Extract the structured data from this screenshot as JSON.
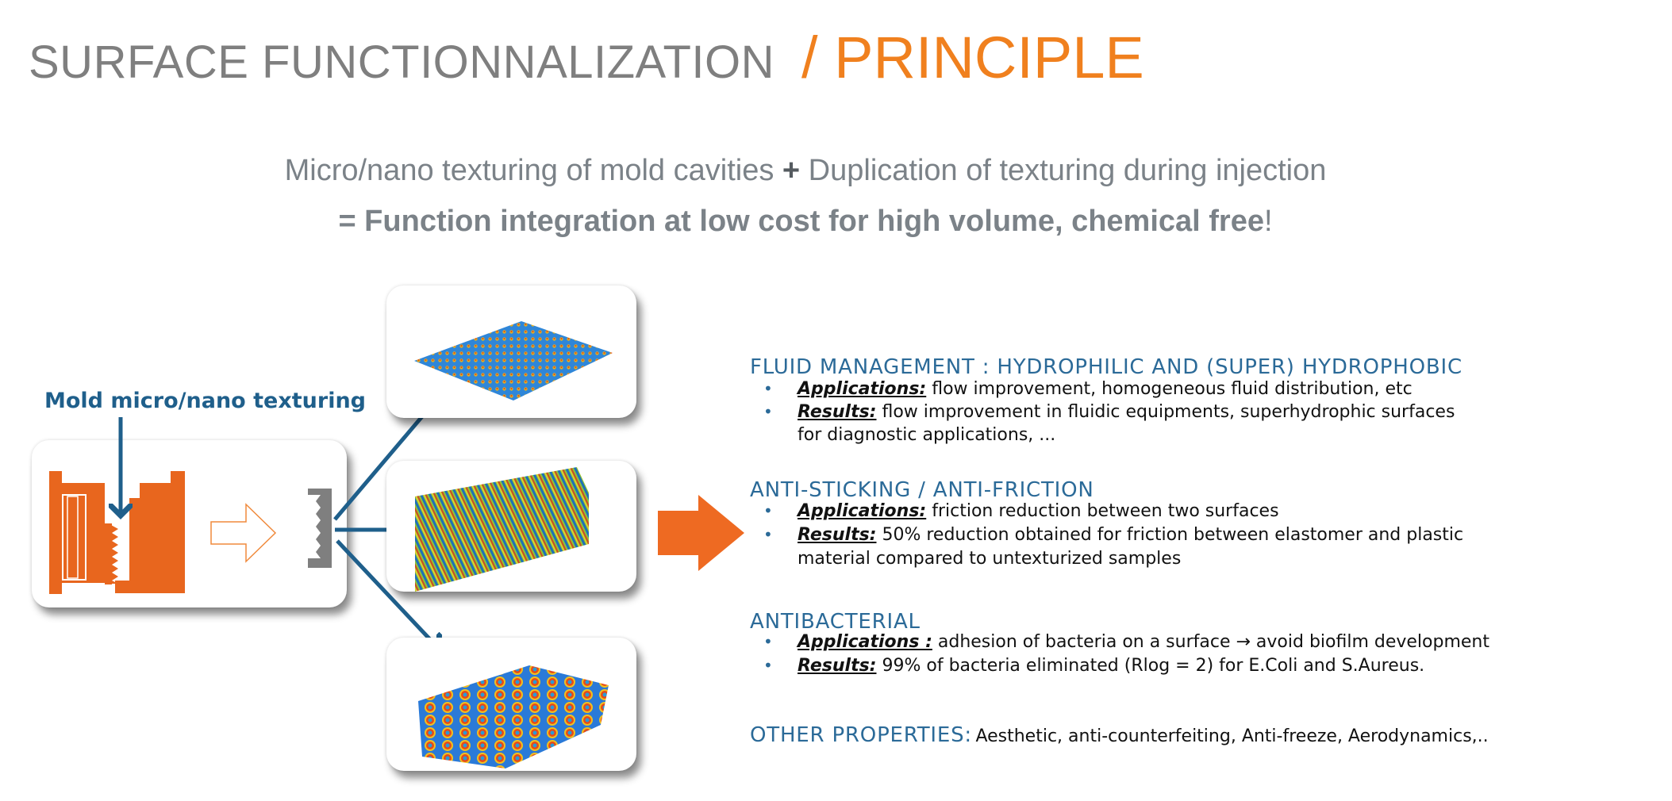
{
  "title": {
    "main": "SURFACE FUNCTIONNALIZATION",
    "accent": "/ PRINCIPLE"
  },
  "subtitle": {
    "line1_a": "Micro/nano texturing of mold cavities",
    "line1_plus": "+",
    "line1_b": "Duplication of texturing during injection",
    "line2": "= Function integration at low cost for high volume, chemical free",
    "line2_end": "!"
  },
  "diagram": {
    "mold_label": "Mold micro/nano texturing"
  },
  "sections": [
    {
      "header": "FLUID MANAGEMENT : HYDROPHILIC AND (SUPER) HYDROPHOBIC",
      "items": [
        {
          "key": "Applications:",
          "text": " flow improvement, homogeneous fluid distribution, etc"
        },
        {
          "key": "Results:",
          "text": " flow improvement in fluidic equipments, superhydrophic surfaces",
          "cont": "for diagnostic applications, ..."
        }
      ]
    },
    {
      "header": "ANTI-STICKING / ANTI-FRICTION",
      "items": [
        {
          "key": "Applications:",
          "text": " friction reduction between two surfaces"
        },
        {
          "key": "Results:",
          "text": " 50% reduction obtained for friction between elastomer and plastic",
          "cont": "material compared to untexturized samples"
        }
      ]
    },
    {
      "header": "ANTIBACTERIAL",
      "items": [
        {
          "key": "Applications :",
          "text": " adhesion of bacteria on a surface → avoid biofilm development"
        },
        {
          "key": "Results:",
          "text": " 99% of bacteria eliminated  (Rlog = 2) for E.Coli and S.Aureus."
        }
      ]
    }
  ],
  "other": {
    "header": "OTHER PROPERTIES:",
    "text": "Aesthetic, anti-counterfeiting, Anti-freeze, Aerodynamics,.."
  },
  "colors": {
    "orange": "#f0801e",
    "mold_orange": "#e8661e",
    "blue": "#1f5f8b",
    "gray": "#7f7f7f"
  }
}
